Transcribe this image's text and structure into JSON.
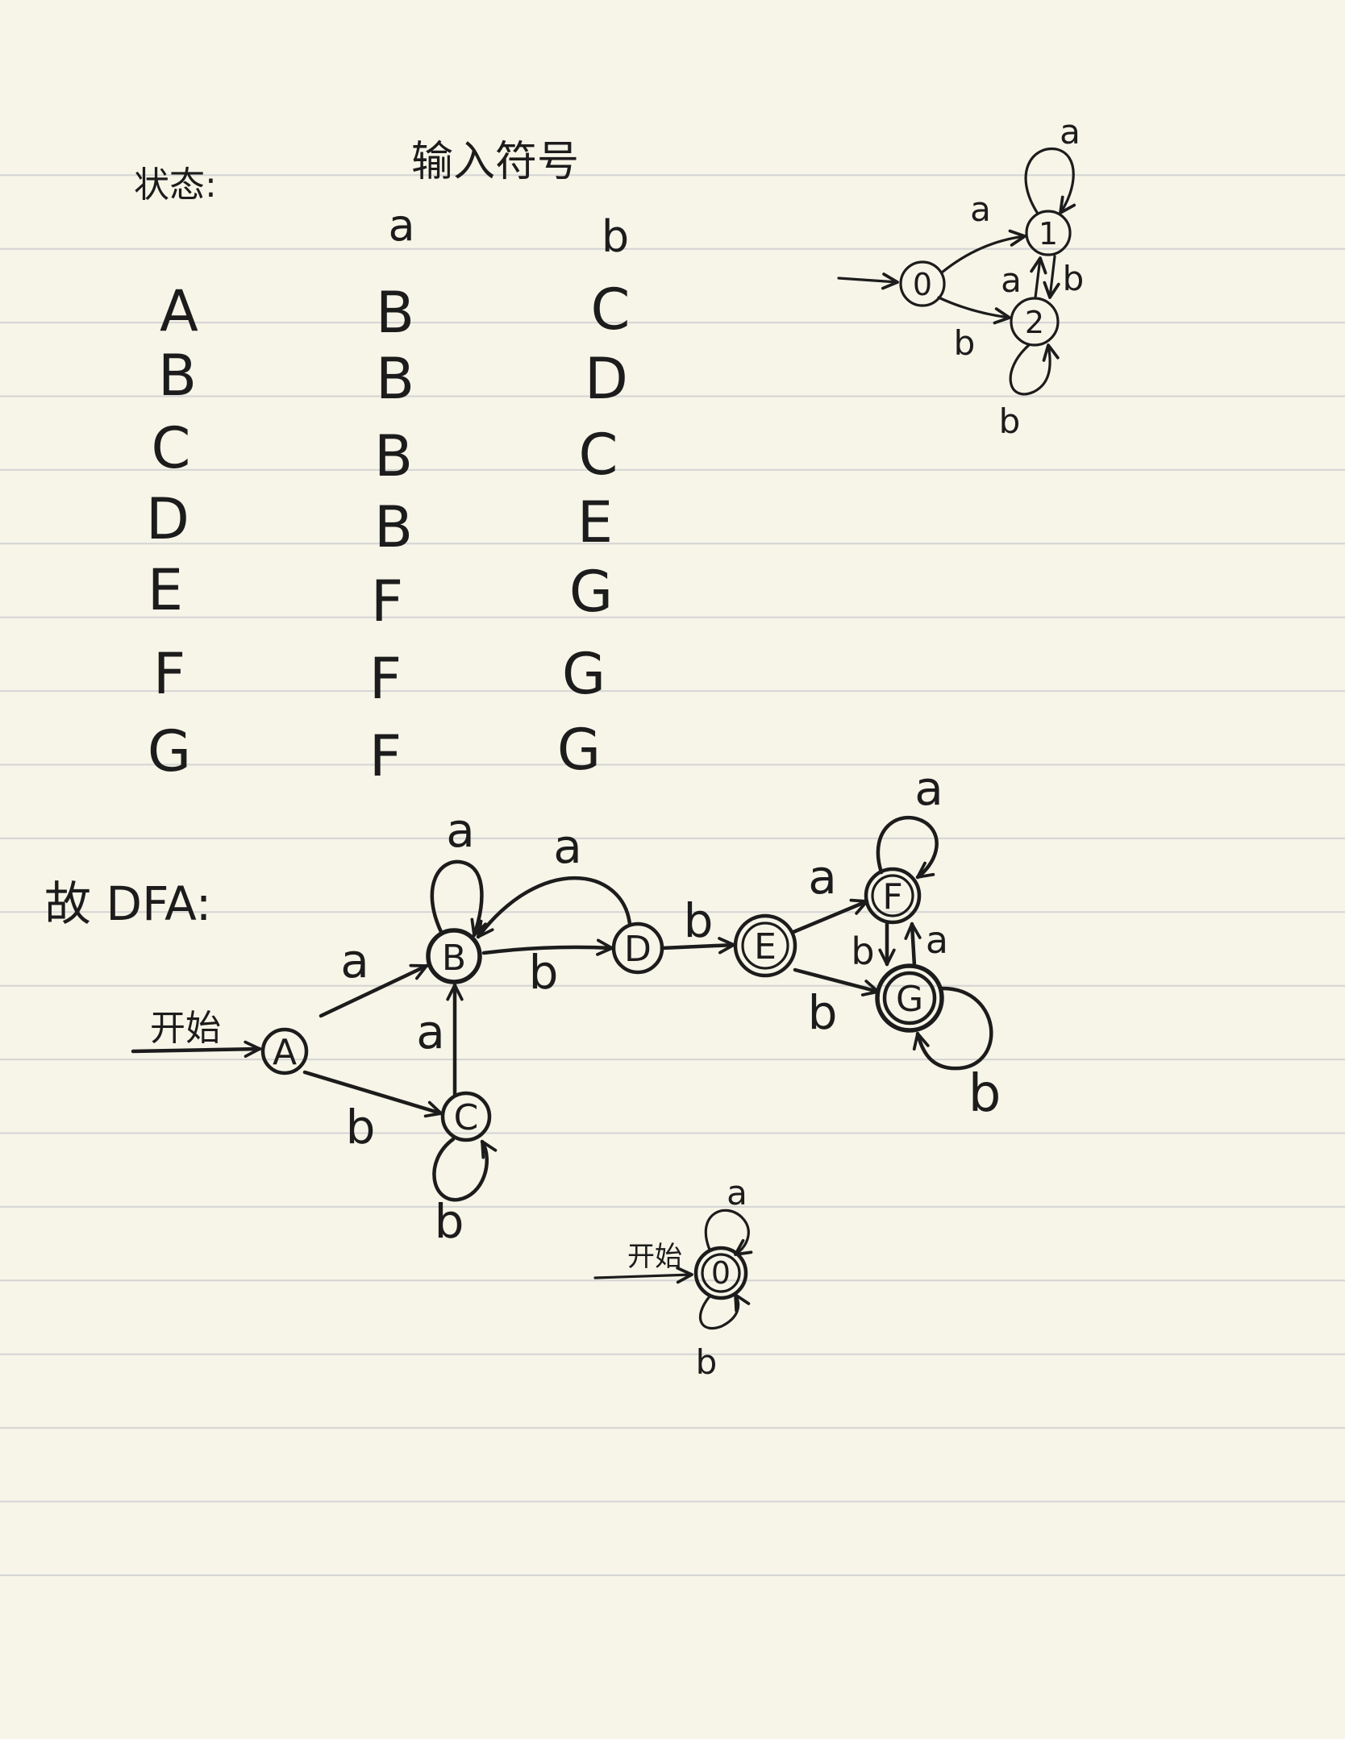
{
  "colors": {
    "paper": "#f7f5e8",
    "rule": "#d4d4d4",
    "ink": "#1c1c1c"
  },
  "table": {
    "state_heading": "状态:",
    "input_heading": "输入符号",
    "symbols": [
      "a",
      "b"
    ],
    "rows": [
      {
        "state": "A",
        "a": "B",
        "b": "C"
      },
      {
        "state": "B",
        "a": "B",
        "b": "D"
      },
      {
        "state": "C",
        "a": "B",
        "b": "C"
      },
      {
        "state": "D",
        "a": "B",
        "b": "E"
      },
      {
        "state": "E",
        "a": "F",
        "b": "G"
      },
      {
        "state": "F",
        "a": "F",
        "b": "G"
      },
      {
        "state": "G",
        "a": "F",
        "b": "G"
      }
    ]
  },
  "nfa": {
    "start": "0",
    "states": [
      "0",
      "1",
      "2"
    ],
    "transitions": [
      {
        "from": "0",
        "to": "1",
        "label": "a"
      },
      {
        "from": "0",
        "to": "2",
        "label": "b"
      },
      {
        "from": "1",
        "to": "1",
        "label": "a"
      },
      {
        "from": "2",
        "to": "2",
        "label": "b"
      },
      {
        "from": "2",
        "to": "1",
        "label": "a"
      },
      {
        "from": "1",
        "to": "2",
        "label": "b"
      }
    ]
  },
  "dfa": {
    "heading": "故 DFA:",
    "start_label": "开始",
    "start": "A",
    "states": [
      {
        "name": "A",
        "accepting": false
      },
      {
        "name": "B",
        "accepting": false
      },
      {
        "name": "C",
        "accepting": false
      },
      {
        "name": "D",
        "accepting": false
      },
      {
        "name": "E",
        "accepting": true
      },
      {
        "name": "F",
        "accepting": true
      },
      {
        "name": "G",
        "accepting": true
      }
    ],
    "transitions": [
      {
        "from": "A",
        "to": "B",
        "label": "a"
      },
      {
        "from": "A",
        "to": "C",
        "label": "b"
      },
      {
        "from": "B",
        "to": "B",
        "label": "a"
      },
      {
        "from": "B",
        "to": "D",
        "label": "b"
      },
      {
        "from": "C",
        "to": "B",
        "label": "a"
      },
      {
        "from": "C",
        "to": "C",
        "label": "b"
      },
      {
        "from": "D",
        "to": "B",
        "label": "a"
      },
      {
        "from": "D",
        "to": "E",
        "label": "b"
      },
      {
        "from": "E",
        "to": "F",
        "label": "a"
      },
      {
        "from": "E",
        "to": "G",
        "label": "b"
      },
      {
        "from": "F",
        "to": "F",
        "label": "a"
      },
      {
        "from": "F",
        "to": "G",
        "label": "b"
      },
      {
        "from": "G",
        "to": "F",
        "label": "a"
      },
      {
        "from": "G",
        "to": "G",
        "label": "b"
      }
    ]
  },
  "min_dfa": {
    "start_label": "开始",
    "start": "0",
    "states": [
      {
        "name": "0",
        "accepting": true
      }
    ],
    "transitions": [
      {
        "from": "0",
        "to": "0",
        "label": "a"
      },
      {
        "from": "0",
        "to": "0",
        "label": "b"
      }
    ]
  }
}
